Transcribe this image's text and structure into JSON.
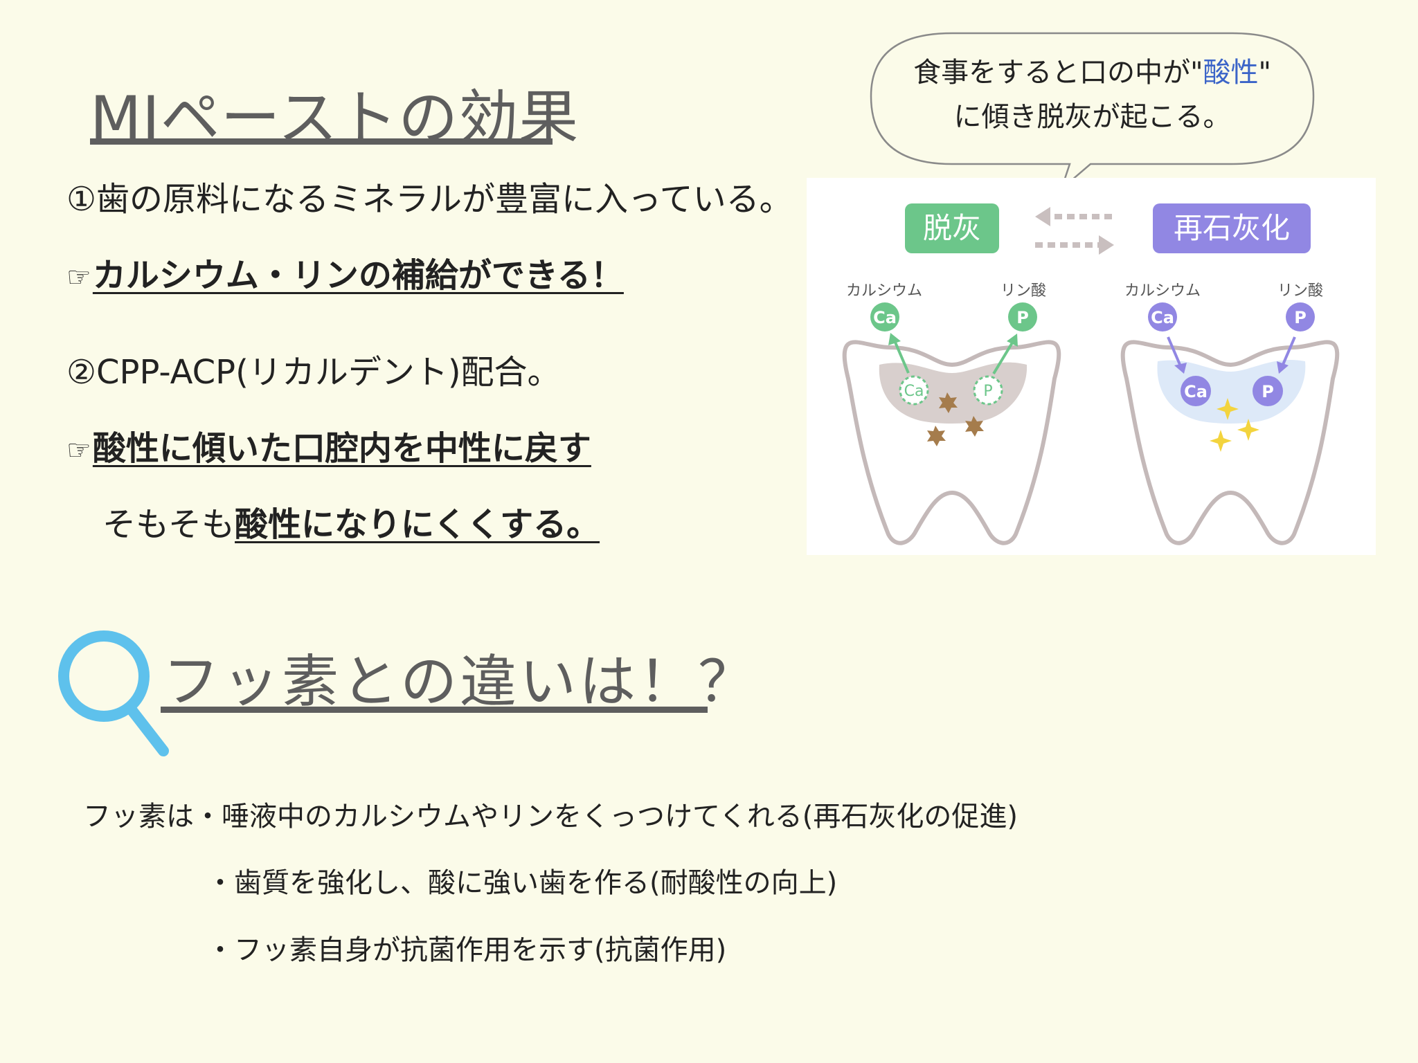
{
  "section1": {
    "title": "MIペーストの効果",
    "item1": "①歯の原料になるミネラルが豊富に入っている。",
    "item1_point": "カルシウム・リンの補給ができる！",
    "item2": "②CPP-ACP(リカルデント)配合。",
    "item2_point": "酸性に傾いた口腔内を中性に戻す",
    "item2_sub_prefix": "そもそも",
    "item2_sub_strong": "酸性になりにくくする。",
    "pointer_glyph": "☞"
  },
  "bubble": {
    "line1_pre": "食事をすると口の中が\"",
    "line1_acid": "酸性",
    "line1_post": "\"",
    "line2": "に傾き脱灰が起こる。"
  },
  "diagram": {
    "demineral_label": "脱灰",
    "remineral_label": "再石灰化",
    "calcium_label": "カルシウム",
    "phosphate_label": "リン酸",
    "ca_symbol": "Ca",
    "p_symbol": "P",
    "colors": {
      "demineral": "#6cc68a",
      "remineral": "#9187e3",
      "arrow": "#c9bfbf",
      "stain": "#a57c4c",
      "sparkle": "#f3d43e",
      "tooth_outline": "#c4b9b9"
    }
  },
  "section2": {
    "title": "フッ素との違いは！？",
    "line1": "フッ素は・唾液中のカルシウムやリンをくっつけてくれる(再石灰化の促進)",
    "line2": "・歯質を強化し、酸に強い歯を作る(耐酸性の向上)",
    "line3": "・フッ素自身が抗菌作用を示す(抗菌作用)",
    "icon": "magnifier-icon",
    "icon_color": "#5ec1ec"
  }
}
